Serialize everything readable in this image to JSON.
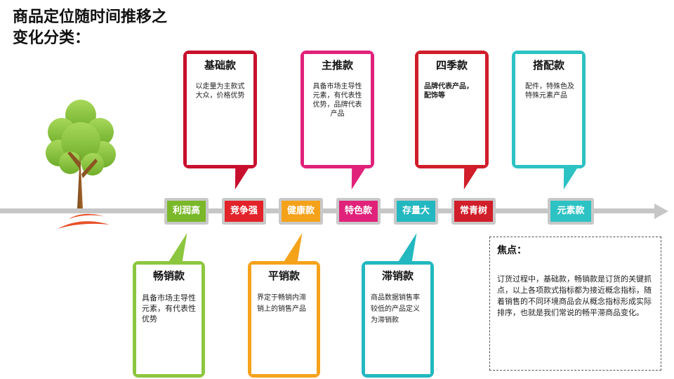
{
  "title": {
    "line1": "商品定位随时间推移之",
    "line2": "变化分类："
  },
  "timeline": {
    "pills": [
      {
        "label": "利润高",
        "color": "#7ab829"
      },
      {
        "label": "竞争强",
        "color": "#e2242a"
      },
      {
        "label": "健康款",
        "color": "#f5a21b"
      },
      {
        "label": "特色款",
        "color": "#e0227a"
      },
      {
        "label": "存量大",
        "color": "#23b8c0"
      },
      {
        "label": "常青树",
        "color": "#d01e2a"
      },
      {
        "label": "元素款",
        "color": "#2dc2c3"
      }
    ]
  },
  "cards_top": [
    {
      "title": "基础款",
      "desc": "以走量为主款式大众，价格优势",
      "color": "#c8102e"
    },
    {
      "title": "主推款",
      "desc": "具备市场主导性元素，有代表性优势，品牌代表产品",
      "color": "#e0227a"
    },
    {
      "title": "四季款",
      "desc": "品牌代表产品，配饰等",
      "color": "#d01e2a"
    },
    {
      "title": "搭配款",
      "desc": "配件，特殊色及特殊元素产品",
      "color": "#2dc2c3"
    }
  ],
  "cards_bottom": [
    {
      "title": "畅销款",
      "desc": "具备市场主导性元素，有代表性优势",
      "color": "#8cc63f"
    },
    {
      "title": "平销款",
      "desc": "界定于畅销内滞销上的销售产品",
      "color": "#f5a21b"
    },
    {
      "title": "滞销款",
      "desc": "商品数据销售率较低的产品定义为滞销款",
      "color": "#23b8c0"
    }
  ],
  "focus": {
    "title": "焦点：",
    "text": "订货过程中，基础款，畅销款是订货的关键抓点，以上各项款式指标都为接近概念指标，随着销售的不同环境商品会从概念指标形成实际排序，也就是我们常说的畅平滞商品变化。"
  }
}
